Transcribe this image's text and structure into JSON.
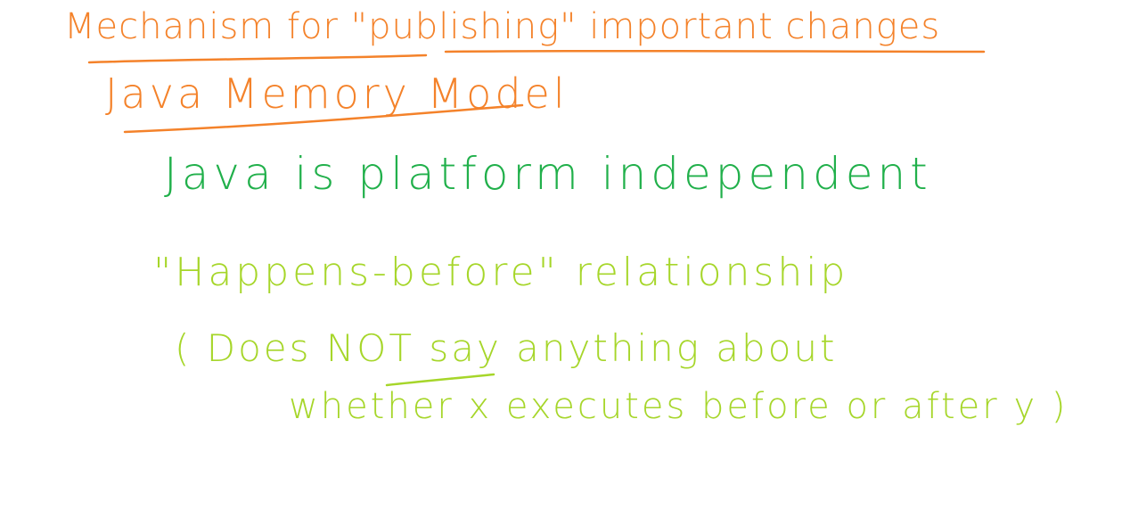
{
  "notes": {
    "line_1": "Mechanism for \"publishing\" important changes",
    "line_2": "Java Memory Model",
    "line_3": "Java is platform independent",
    "line_4": "\"Happens-before\" relationship",
    "line_5": "( Does NOT say anything about",
    "line_6": "whether x executes before or after y )"
  },
  "colors": {
    "orange": "#f4822a",
    "green": "#21b04b",
    "lime": "#a6d62a",
    "background": "#ffffff"
  }
}
